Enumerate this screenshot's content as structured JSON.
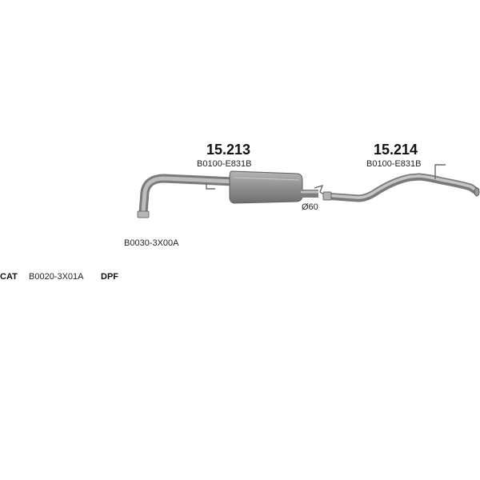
{
  "parts": [
    {
      "number": "15.213",
      "oem": "B0100-E831B"
    },
    {
      "number": "15.214",
      "oem": "B0100-E831B"
    }
  ],
  "front_pipe_oem": "B0030-3X00A",
  "diameter_label": "Ø60",
  "legend": {
    "cat": "CAT",
    "cat_code": "B0020-3X01A",
    "dpf": "DPF"
  },
  "colors": {
    "pipe": "#9c9c9c",
    "pipe_dark": "#7a7a7a",
    "pipe_light": "#c4c4c4",
    "muffler": "#8f8f8f",
    "text": "#111111"
  },
  "icons": {
    "rear_muffler": "rear-silencer-icon",
    "rear_tailpipe": "tailpipe-icon",
    "hanger": "hanger-bracket-icon",
    "clamp": "pipe-clamp-icon"
  }
}
